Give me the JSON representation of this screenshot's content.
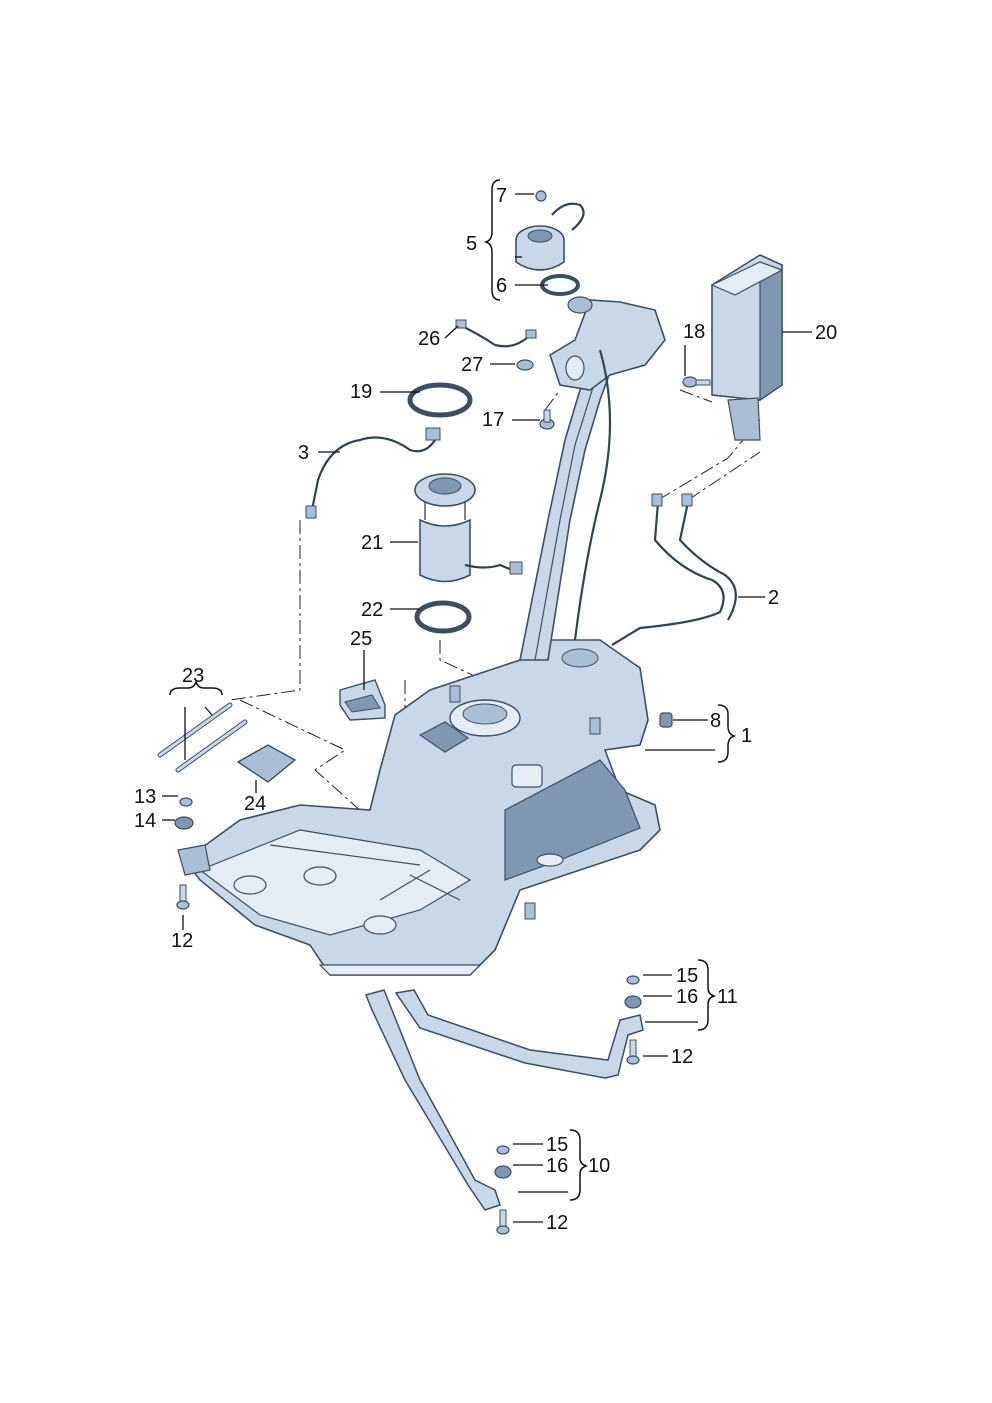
{
  "labels": {
    "l1": "1",
    "l2": "2",
    "l3": "3",
    "l5": "5",
    "l6": "6",
    "l7": "7",
    "l8": "8",
    "l10": "10",
    "l11": "11",
    "l12a": "12",
    "l12b": "12",
    "l12c": "12",
    "l13": "13",
    "l14": "14",
    "l15a": "15",
    "l15b": "15",
    "l16a": "16",
    "l16b": "16",
    "l17": "17",
    "l18": "18",
    "l19": "19",
    "l20": "20",
    "l21": "21",
    "l22": "22",
    "l23": "23",
    "l24": "24",
    "l25": "25",
    "l26": "26",
    "l27": "27"
  },
  "colors": {
    "part_fill": "#c8d8e8",
    "part_dark": "#7f97b0",
    "part_light": "#e4edf6",
    "outline": "#3a4f66",
    "line": "#111111"
  }
}
